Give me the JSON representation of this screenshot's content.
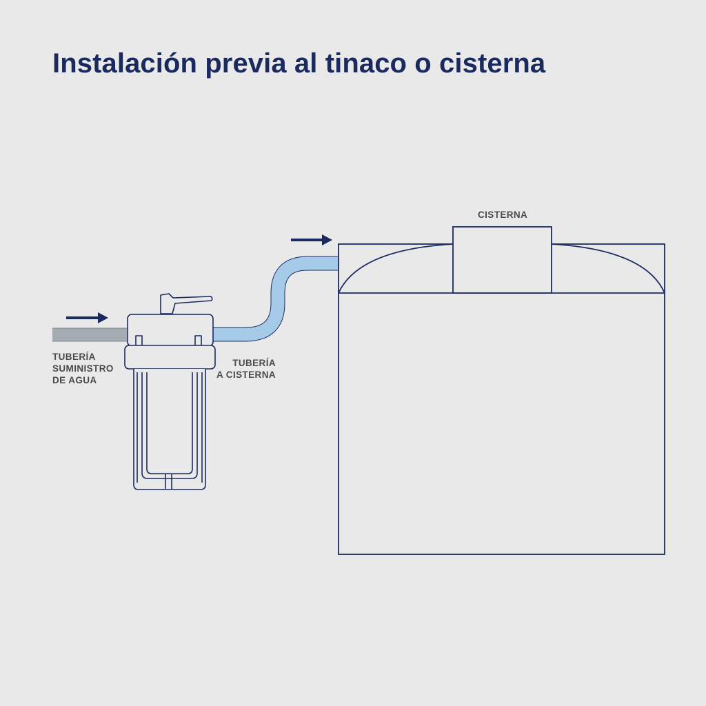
{
  "title": "Instalación previa al tinaco o cisterna",
  "labels": {
    "supply_pipe": [
      "TUBERÍA",
      "SUMINISTRO",
      "DE AGUA"
    ],
    "pipe_to_cistern": [
      "TUBERÍA",
      "A CISTERNA"
    ],
    "cistern": "CISTERNA"
  },
  "colors": {
    "background": "#e9e9e9",
    "outline": "#1b2a5e",
    "supply_pipe": "#a3adb1",
    "outlet_pipe": "#a6cbe8",
    "label_text": "#4a4a4a"
  },
  "icons": {
    "flow_arrow": "right-arrow-icon",
    "filter_housing": "water-filter-icon",
    "tank": "cistern-tank-icon"
  }
}
